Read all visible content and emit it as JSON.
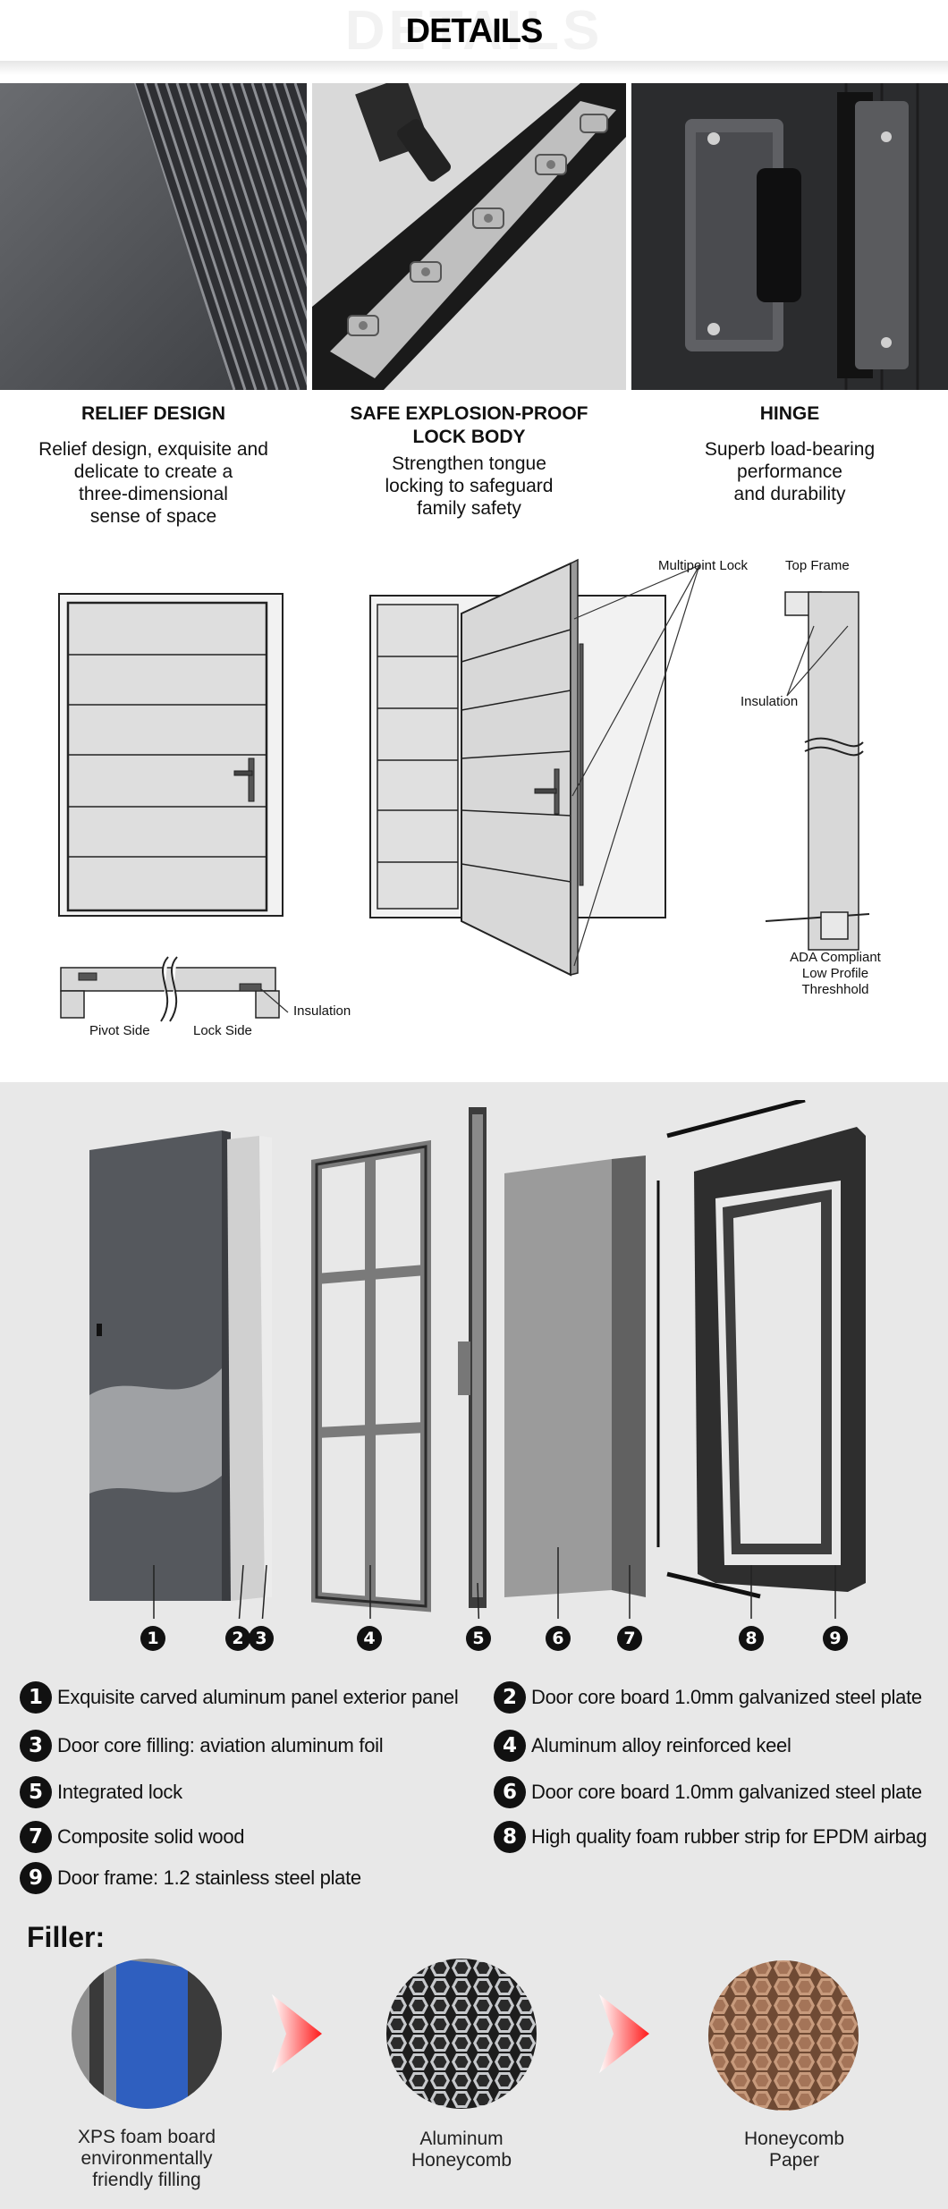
{
  "header": {
    "title": "DETAILS",
    "watermark": "DETAILS"
  },
  "features": [
    {
      "title": "RELIEF DESIGN",
      "description_lines": [
        "Relief design, exquisite and",
        "delicate to create a",
        "three-dimensional",
        "sense of space"
      ]
    },
    {
      "title_lines": [
        "SAFE EXPLOSION-PROOF",
        "LOCK BODY"
      ],
      "description_lines": [
        "Strengthen tongue",
        "locking to safeguard",
        "family safety"
      ]
    },
    {
      "title": "HINGE",
      "description_lines": [
        "Superb load-bearing",
        "performance",
        "and durability"
      ]
    }
  ],
  "drawings": {
    "multipoint_lock": "Multipoint  Lock",
    "top_frame": "Top Frame",
    "insulation_frame": "Insulation",
    "threshold_lines": [
      "ADA Compliant",
      "Low Profile",
      "Threshhold"
    ],
    "pivot_side": "Pivot Side",
    "lock_side": "Lock Side",
    "insulation_section": "Insulation"
  },
  "components": [
    {
      "number": "1",
      "label": "Exquisite carved aluminum panel exterior panel"
    },
    {
      "number": "2",
      "label": "Door core board 1.0mm galvanized steel plate"
    },
    {
      "number": "3",
      "label": "Door core filling: aviation aluminum foil"
    },
    {
      "number": "4",
      "label": "Aluminum alloy reinforced keel"
    },
    {
      "number": "5",
      "label": "Integrated lock"
    },
    {
      "number": "6",
      "label": "Door core board 1.0mm galvanized steel plate"
    },
    {
      "number": "7",
      "label": "Composite solid wood"
    },
    {
      "number": "8",
      "label": "High quality foam rubber strip for EPDM airbag"
    },
    {
      "number": "9",
      "label": "Door frame: 1.2 stainless steel plate"
    }
  ],
  "filler": {
    "title": "Filler:",
    "items": [
      {
        "caption_lines": [
          "XPS foam board",
          "environmentally",
          "friendly filling"
        ]
      },
      {
        "caption_lines": [
          "Aluminum",
          "Honeycomb"
        ]
      },
      {
        "caption_lines": [
          "Honeycomb",
          "Paper"
        ]
      }
    ]
  }
}
